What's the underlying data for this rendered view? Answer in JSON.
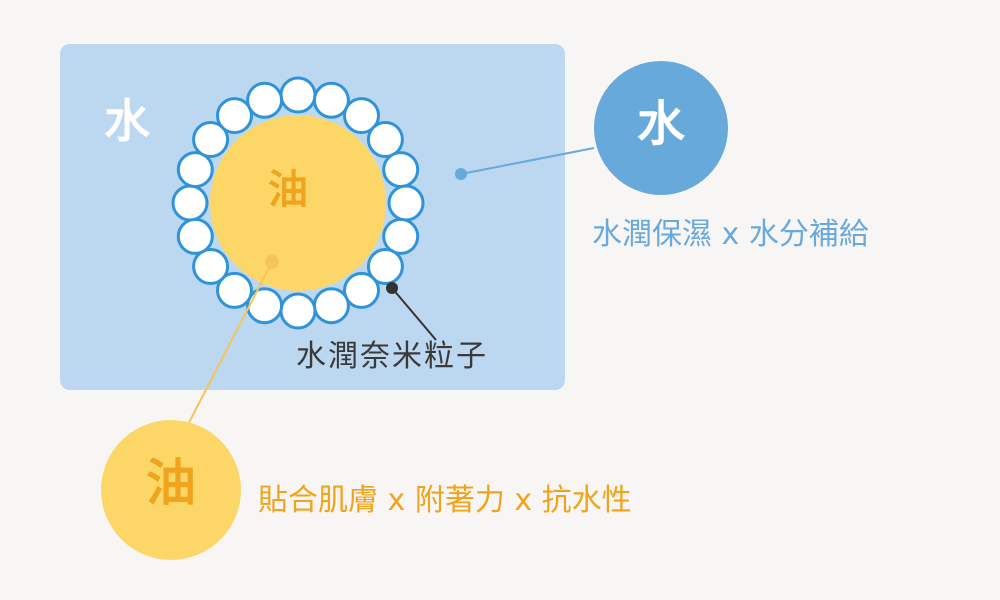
{
  "diagram": {
    "water_region_label": "水",
    "oil_core_label": "油",
    "particle_label": "水潤奈米粒子",
    "water_callout": {
      "label": "水",
      "description": "水潤保濕 x 水分補給"
    },
    "oil_callout": {
      "label": "油",
      "description": "貼合肌膚 x 附著力 x 抗水性"
    }
  },
  "colors": {
    "water_panel": "#bcd7f0",
    "water_circle": "#68a9dc",
    "droplet_ring": "#2e93d8",
    "oil": "#fcd768",
    "oil_text": "#f0a31c",
    "water_text": "#6aa9dc",
    "particle_pointer": "#333333"
  }
}
